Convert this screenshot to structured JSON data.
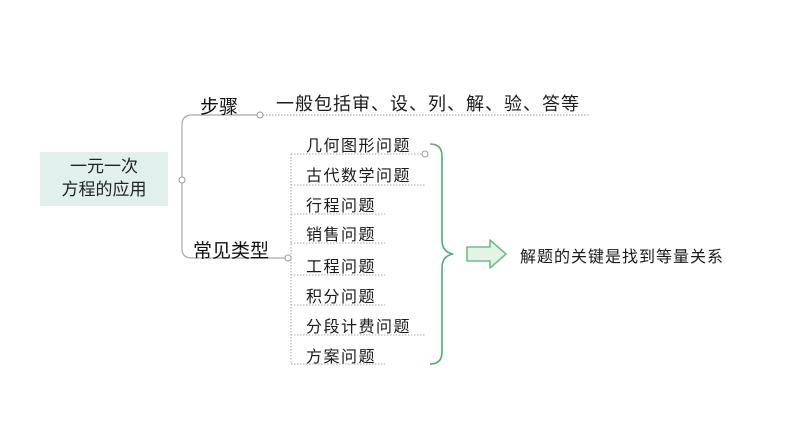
{
  "root": {
    "line1": "一元一次",
    "line2": "方程的应用"
  },
  "branches": {
    "steps": {
      "label": "步骤",
      "content": "一般包括审、设、列、解、验、答等"
    },
    "types": {
      "label": "常见类型",
      "items": [
        "几何图形问题",
        "古代数学问题",
        "行程问题",
        "销售问题",
        "工程问题",
        "积分问题",
        "分段计费问题",
        "方案问题"
      ]
    }
  },
  "conclusion": "解题的关键是找到等量关系",
  "colors": {
    "root_bg": "#e1f0ec",
    "line": "#a9a9a9",
    "brace": "#4caf6e",
    "arrow_fill": "#e4f3e6",
    "arrow_stroke": "#6cbf86"
  },
  "icons": {
    "arrow": "hollow-right-arrow-icon",
    "brace": "right-curly-brace"
  }
}
